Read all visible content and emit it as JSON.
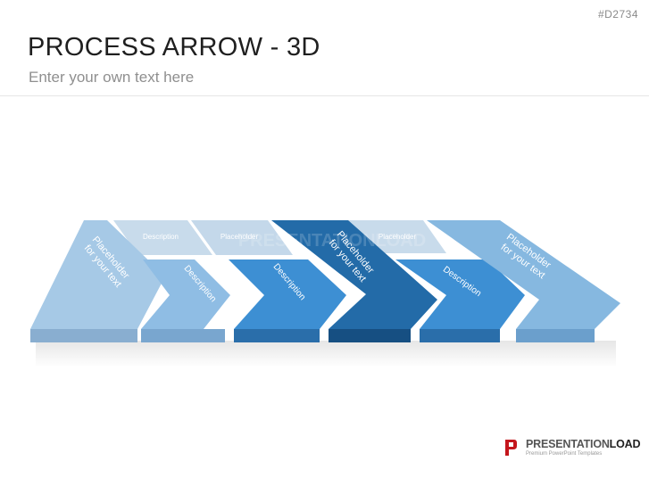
{
  "header": {
    "code": "#D2734",
    "title": "PROCESS ARROW - 3D",
    "subtitle": "Enter your own text here"
  },
  "diagram": {
    "back_row": [
      {
        "label": "Description",
        "color": "#c8dbeb"
      },
      {
        "label": "Placeholder",
        "color": "#c4d8ea"
      },
      {
        "label": "Placeholder for your text",
        "color": "#2f74ad"
      },
      {
        "label": "Placeholder",
        "color": "#c8dbeb"
      },
      {
        "label": "Placeholder for your text",
        "color": "#86b8e0"
      }
    ],
    "front_row": [
      {
        "label": "Placeholder for your text",
        "color": "#a6c9e6"
      },
      {
        "label": "Description",
        "color": "#8fbde4"
      },
      {
        "label": "Description",
        "color": "#3d8fd3"
      },
      {
        "label": "Placeholder for your text",
        "color": "#236ba8"
      },
      {
        "label": "Description",
        "color": "#3d8fd3"
      }
    ],
    "watermark": "PRESENTATIONLOAD"
  },
  "footer": {
    "brand_a": "PRESENTATION",
    "brand_b": "LOAD",
    "tagline": "Premium PowerPoint Templates",
    "brand_color": "#c4161c"
  }
}
